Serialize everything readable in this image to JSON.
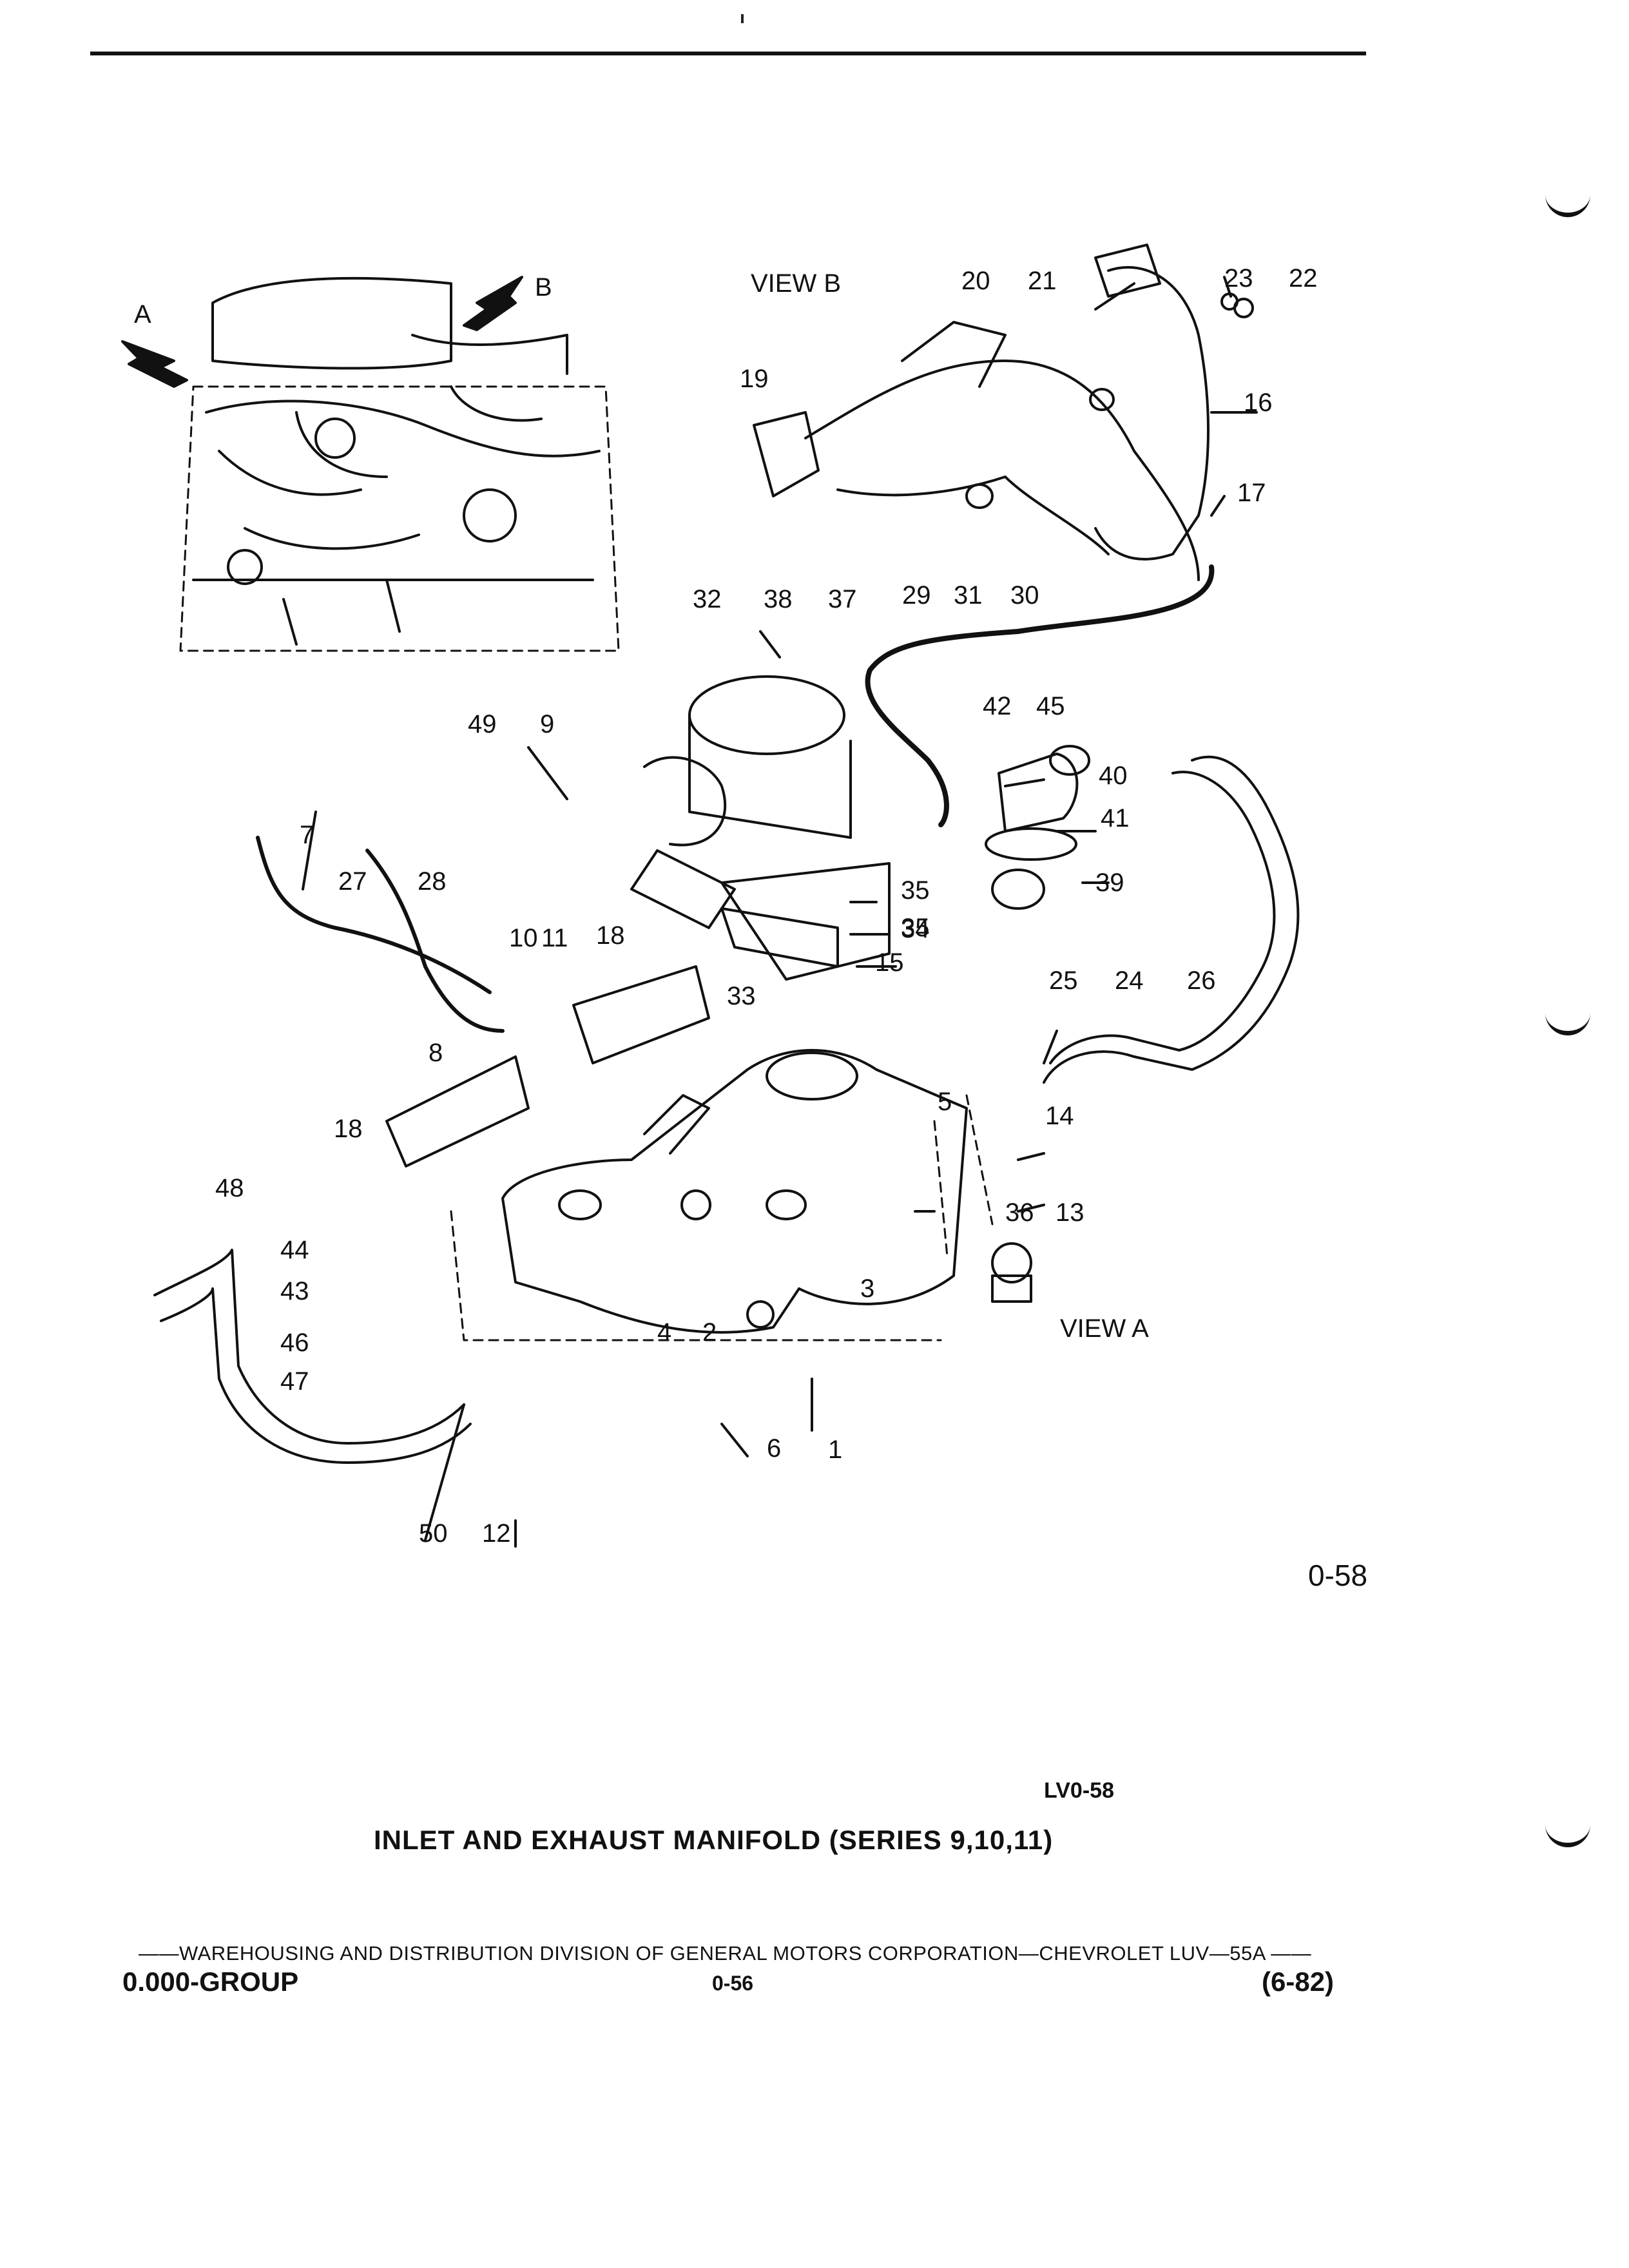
{
  "header": {
    "view_b": "VIEW B",
    "view_a": "VIEW A",
    "arrow_a": "A",
    "arrow_b": "B"
  },
  "callouts": {
    "c1": "1",
    "c2": "2",
    "c3": "3",
    "c4": "4",
    "c5": "5",
    "c6": "6",
    "c7": "7",
    "c8": "8",
    "c9": "9",
    "c10": "10",
    "c11": "11",
    "c12": "12",
    "c13": "13",
    "c14": "14",
    "c15": "15",
    "c16": "16",
    "c17": "17",
    "c18a": "18",
    "c18b": "18",
    "c19": "19",
    "c20": "20",
    "c21": "21",
    "c22": "22",
    "c23": "23",
    "c24": "24",
    "c25": "25",
    "c26": "26",
    "c27": "27",
    "c28": "28",
    "c29": "29",
    "c30": "30",
    "c31": "31",
    "c32": "32",
    "c33": "33",
    "c34": "34",
    "c35a": "35",
    "c35b": "35",
    "c36": "36",
    "c37": "37",
    "c38": "38",
    "c39": "39",
    "c40": "40",
    "c41": "41",
    "c42": "42",
    "c43": "43",
    "c44": "44",
    "c45": "45",
    "c46": "46",
    "c47": "47",
    "c48": "48",
    "c49": "49",
    "c50": "50"
  },
  "page_ref": "0-58",
  "ref_code": "LV0-58",
  "caption": "INLET AND EXHAUST MANIFOLD (SERIES 9,10,11)",
  "footer": {
    "line": "——WAREHOUSING AND DISTRIBUTION DIVISION OF GENERAL MOTORS CORPORATION—CHEVROLET LUV—55A ——",
    "group": "0.000-GROUP",
    "page": "0-56",
    "date": "(6-82)"
  },
  "colors": {
    "ink": "#111111",
    "paper": "#ffffff"
  }
}
